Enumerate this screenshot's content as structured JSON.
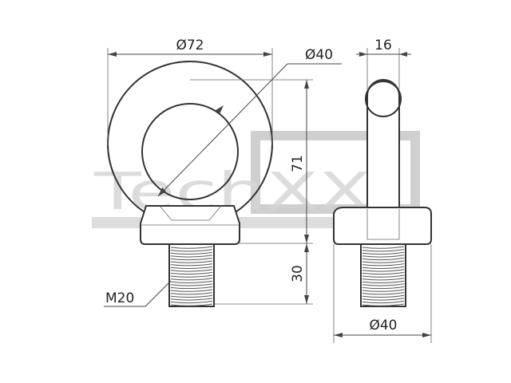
{
  "drawing": {
    "watermark": "TechXXL",
    "dimensions": {
      "overall_diameter": "Ø72",
      "inner_diameter": "Ø40",
      "height": "71",
      "thread_length": "30",
      "thread": "M20",
      "ring_thickness": "16",
      "collar_diameter": "Ø40"
    }
  }
}
